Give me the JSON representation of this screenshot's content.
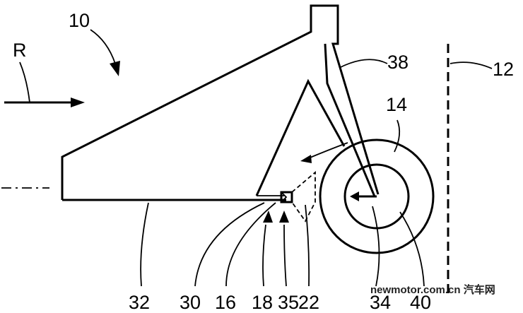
{
  "labels": {
    "r": "R",
    "n10": "10",
    "n38": "38",
    "n12": "12",
    "n14": "14",
    "n32": "32",
    "n30": "30",
    "n16": "16",
    "n18": "18",
    "n35": "35",
    "n22": "22",
    "n34": "34",
    "n40": "40"
  },
  "watermark": "newmotor.com.cn 汽车网"
}
